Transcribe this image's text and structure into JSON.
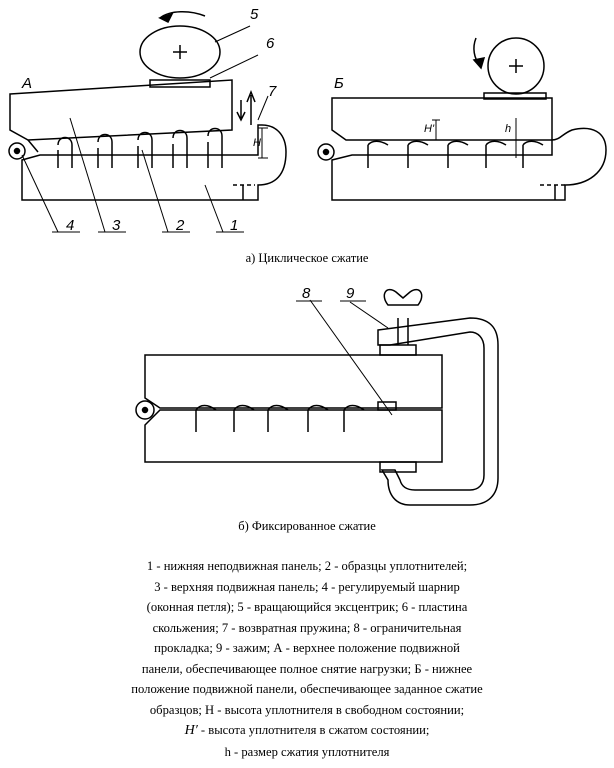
{
  "fig_a": {
    "label_A": "А",
    "label_B": "Б",
    "numbers": [
      "5",
      "6",
      "7",
      "4",
      "3",
      "2",
      "1"
    ],
    "H": "H",
    "H_prime": "H'",
    "h": "h",
    "caption": "а) Циклическое сжатие"
  },
  "fig_b": {
    "numbers": [
      "8",
      "9"
    ],
    "caption": "б) Фиксированное сжатие"
  },
  "legend": {
    "lines": [
      "1 - нижняя неподвижная панель; 2 - образцы уплотнителей;",
      "3 - верхняя подвижная панель; 4 - регулируемый шарнир",
      "(оконная петля); 5 - вращающийся эксцентрик; 6 - пластина",
      "скольжения; 7 - возвратная пружина; 8 - ограничительная",
      "прокладка; 9 - зажим; А - верхнее положение подвижной",
      "панели, обеспечивающее полное снятие нагрузки; Б - нижнее",
      "положение подвижной панели, обеспечивающее заданное сжатие",
      "образцов; Н - высота уплотнителя в свободном состоянии;"
    ],
    "hprime_symbol": "H′",
    "hprime_text": " - высота уплотнителя в сжатом состоянии;",
    "last_line": "h - размер сжатия уплотнителя"
  }
}
